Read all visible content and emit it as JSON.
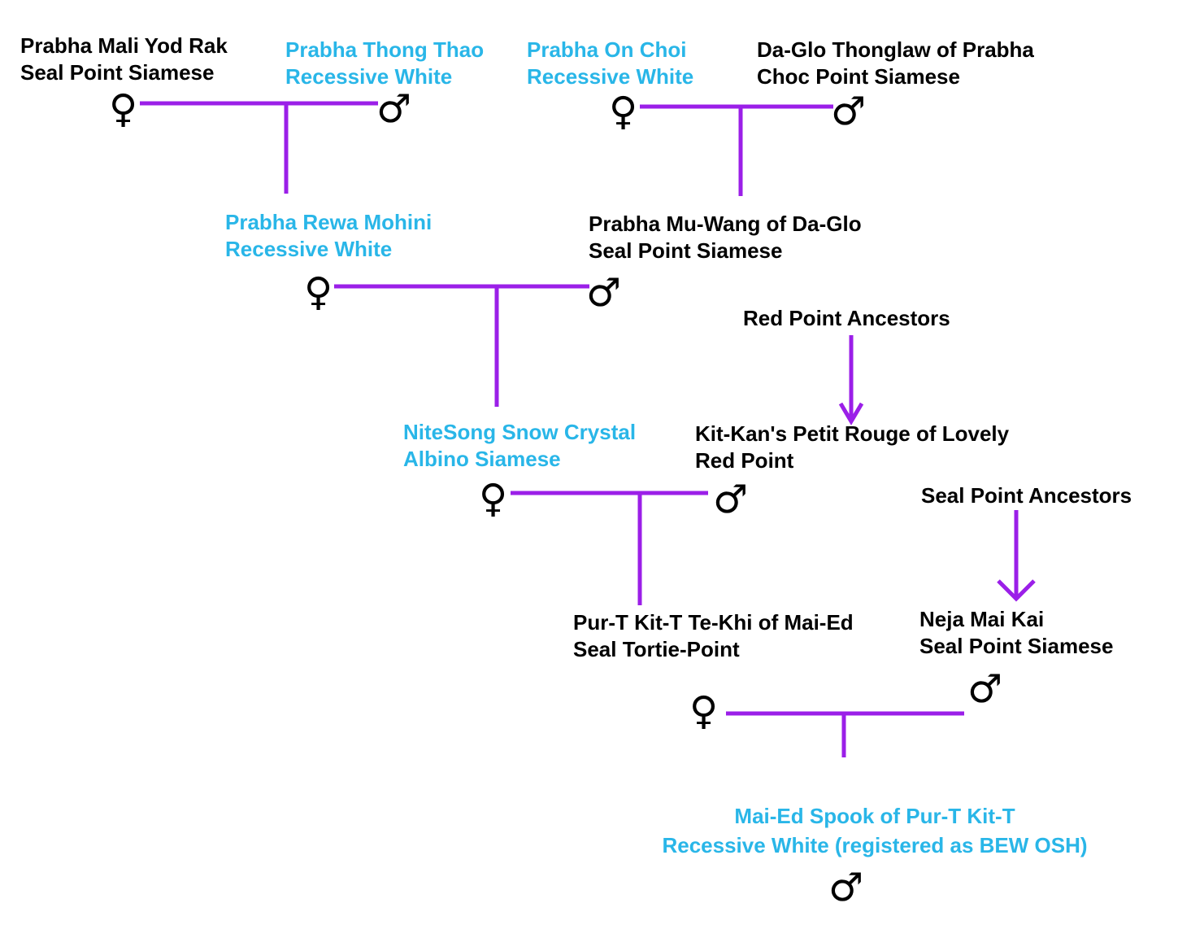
{
  "colors": {
    "connector": "#9b1fe8",
    "registered_text": "#29b6e8",
    "text": "#000000"
  },
  "symbols": {
    "female": "♀",
    "male": "♂"
  },
  "cats": {
    "mali_yod_rak": {
      "name": "Prabha Mali Yod Rak",
      "type": "Seal Point Siamese"
    },
    "thong_thao": {
      "name": "Prabha Thong Thao",
      "type": "Recessive White"
    },
    "on_choi": {
      "name": "Prabha On Choi",
      "type": "Recessive White"
    },
    "thonglaw": {
      "name": "Da-Glo Thonglaw of Prabha",
      "type": "Choc Point Siamese"
    },
    "rewa_mohini": {
      "name": "Prabha Rewa Mohini",
      "type": "Recessive White"
    },
    "mu_wang": {
      "name": "Prabha Mu-Wang of Da-Glo",
      "type": "Seal Point Siamese"
    },
    "snow_crystal": {
      "name": "NiteSong Snow Crystal",
      "type": "Albino Siamese"
    },
    "petit_rouge": {
      "name": "Kit-Kan's Petit Rouge of Lovely",
      "type": "Red Point"
    },
    "te_khi": {
      "name": "Pur-T Kit-T Te-Khi of Mai-Ed",
      "type": "Seal Tortie-Point"
    },
    "mai_kai": {
      "name": "Neja Mai Kai",
      "type": "Seal Point Siamese"
    },
    "spook": {
      "name": "Mai-Ed Spook of Pur-T Kit-T",
      "type": "Recessive White (registered as BEW OSH)"
    }
  },
  "ancestors": {
    "red_point": "Red Point Ancestors",
    "seal_point": "Seal Point Ancestors"
  }
}
